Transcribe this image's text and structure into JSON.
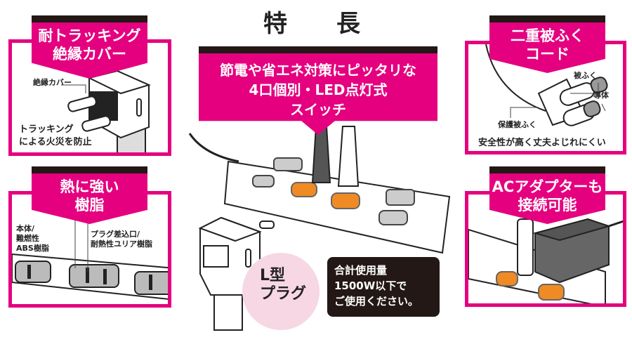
{
  "title": "特　長",
  "center": {
    "banner_lines": [
      "節電や省エネ対策にピッタリな",
      "4口個別・LED点灯式",
      "スイッチ"
    ],
    "lplug_lines": [
      "L型",
      "プラグ"
    ],
    "note_lines": [
      "合計使用量",
      "1500W以下で",
      "ご使用ください。"
    ]
  },
  "panels": {
    "tracking": {
      "title_lines": [
        "耐トラッキング",
        "絶縁カバー"
      ],
      "label": "絶縁カバー",
      "caption_lines": [
        "トラッキング",
        "による火災を防止"
      ]
    },
    "resin": {
      "title_lines": [
        "熱に強い",
        "樹脂"
      ],
      "label_body_lines": [
        "本体/",
        "難燃性",
        "ABS樹脂"
      ],
      "label_outlet_lines": [
        "プラグ差込口/",
        "耐熱性ユリア樹脂"
      ]
    },
    "cord": {
      "title_lines": [
        "二重被ふく",
        "コード"
      ],
      "label_sheath": "被ふく",
      "label_conductor": "導体",
      "label_protect": "保護被ふく",
      "caption": "安全性が高く丈夫よじれにくい"
    },
    "adapter": {
      "title_lines": [
        "ACアダプターも",
        "接続可能"
      ]
    }
  },
  "colors": {
    "accent": "#e4007f",
    "dark": "#231815",
    "switch": "#f08a24"
  }
}
